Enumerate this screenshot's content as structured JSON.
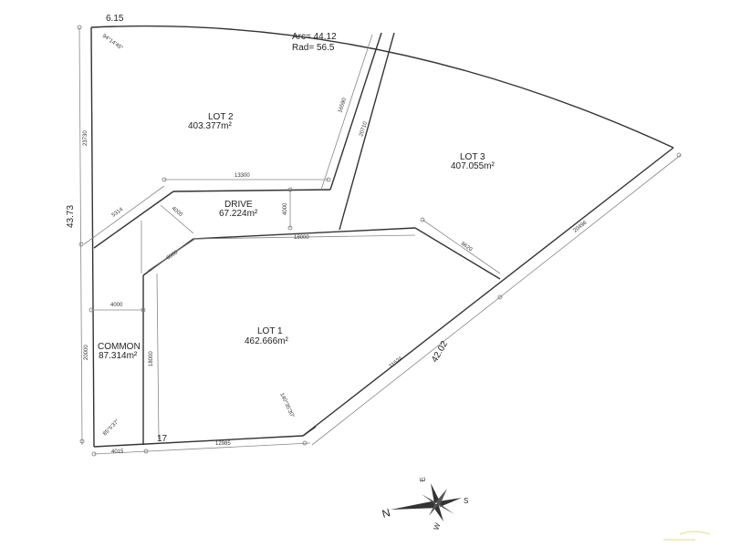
{
  "plan": {
    "top_frontage": "6.15",
    "arc_label": "Arc= 44.12",
    "rad_label": "Rad= 56.5",
    "left_total": "43.73",
    "right_total": "42.02",
    "top_left_angle": "94°14'45\"",
    "bottom_left_angle": "85°5'37\"",
    "bottom_right_angle": "140°35'30\"",
    "lots": [
      {
        "name": "LOT 2",
        "area": "403.377m²"
      },
      {
        "name": "LOT 3",
        "area": "407.055m²"
      },
      {
        "name": "DRIVE",
        "area": "67.224m²"
      },
      {
        "name": "LOT 1",
        "area": "462.666m²"
      },
      {
        "name": "COMMON",
        "area": "87.314m²"
      }
    ],
    "dimensions": {
      "left_upper": "23730",
      "left_lower": "20000",
      "drive_top": "13300",
      "drive_bottom": "18000",
      "drive_width": "4000",
      "diag_upper": "5314",
      "diag_mid": "4000",
      "diag_lower": "6000",
      "lot3_inner": "8620",
      "strip_a": "16590",
      "strip_b": "20710",
      "common_width": "4000",
      "common_height": "18000",
      "bottom_left": "4015",
      "bottom_mid": "12985",
      "right_lower": "21524",
      "right_upper": "20496",
      "lot_no": "17"
    }
  },
  "compass": {
    "n": "N",
    "e": "E",
    "s": "S",
    "w": "W"
  }
}
